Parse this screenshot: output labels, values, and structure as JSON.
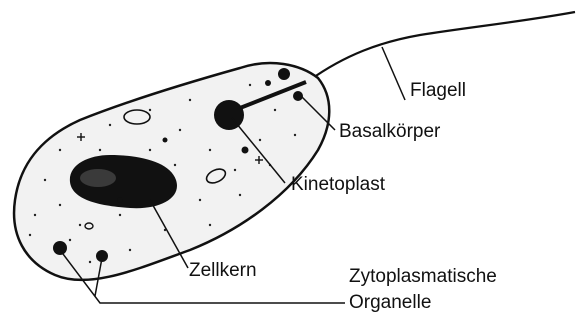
{
  "figure": {
    "labels": {
      "flagellum": "Flagell",
      "basal_body": "Basalkörper",
      "kinetoplast": "Kinetoplast",
      "nucleus": "Zellkern",
      "organelles_line1": "Zytoplasmatische",
      "organelles_line2": "Organelle"
    },
    "colors": {
      "ink": "#111111",
      "cell_fill": "#f2f2f2",
      "background": "#ffffff"
    }
  }
}
